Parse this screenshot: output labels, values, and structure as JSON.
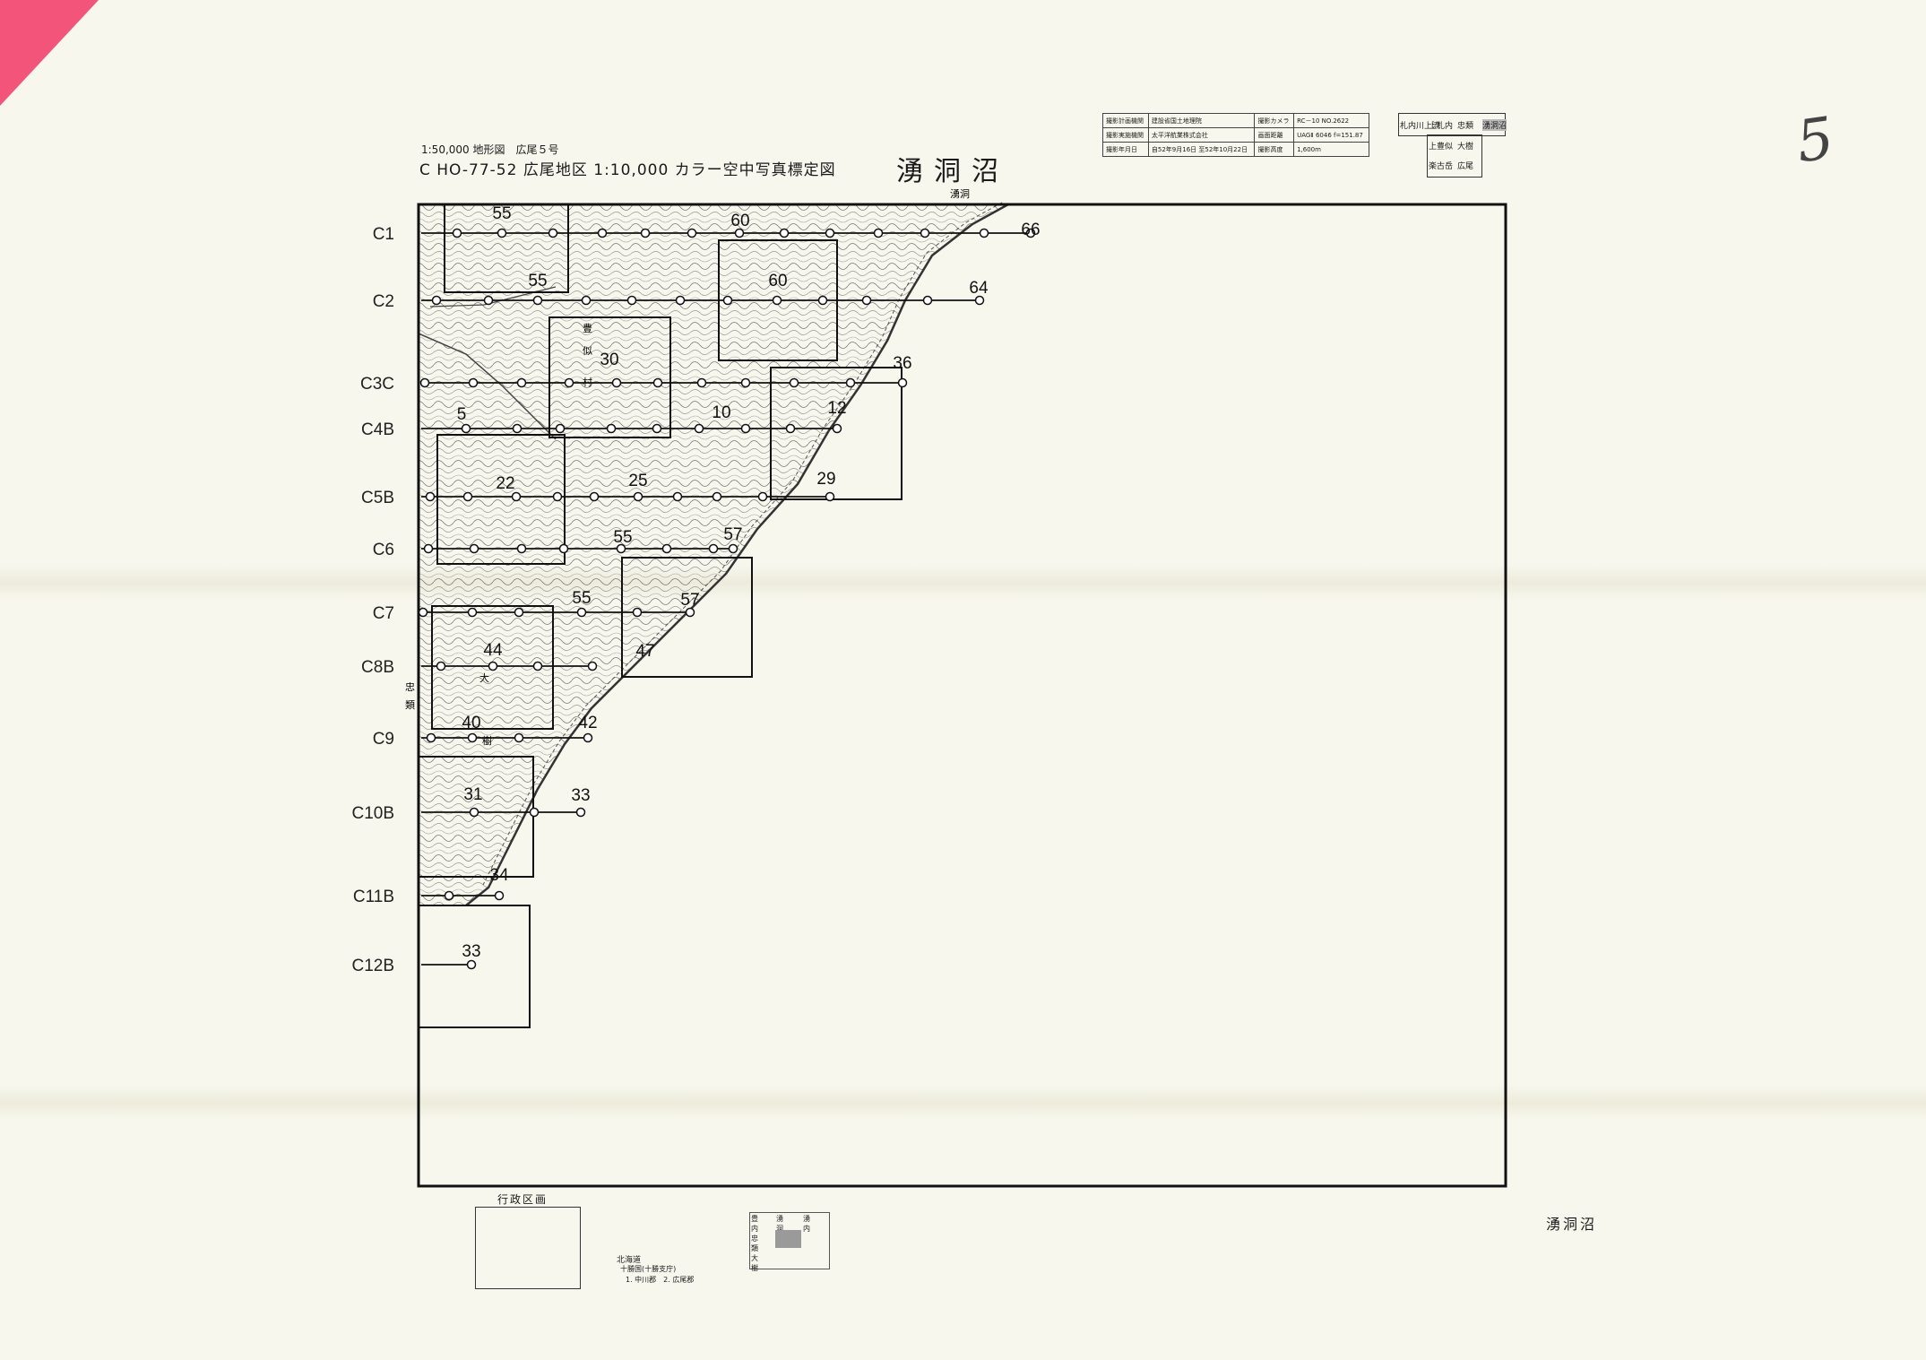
{
  "header": {
    "scale_line": "1:50,000 地形図　広尾５号",
    "series_line": "C HO-77-52 広尾地区 1:10,000 カラー空中写真標定図",
    "sheet_title": "湧洞沼"
  },
  "page_number": "5",
  "sheet_name_bottom": "湧洞沼",
  "info_table": {
    "rows": [
      {
        "k1": "撮影計画機関",
        "v1": "建設省国土地理院",
        "k2": "撮影カメラ",
        "v2": "RC－10 NO.2622"
      },
      {
        "k1": "撮影実施機関",
        "v1": "太平洋航業株式会社",
        "k2": "画面距離",
        "v2": "UAGⅡ 6046 f=151.87"
      },
      {
        "k1": "撮影年月日",
        "v1": "自52年9月16日 至52年10月22日",
        "k2": "撮影高度",
        "v2": "1,600m"
      }
    ]
  },
  "index_top": {
    "cells": [
      "札内川上流",
      "上札内",
      "忠類",
      "湧洞沼",
      "上豊似",
      "大樹",
      "楽古岳",
      "広尾"
    ]
  },
  "admin": {
    "title": "行政区画",
    "region": "北海道",
    "sub": "十勝国(十勝支庁)",
    "towns": "1. 中川郡　2. 広尾郡"
  },
  "index_bottom": {
    "cells": [
      "豊内",
      "湧洞",
      "湧内",
      "忠類",
      "",
      "",
      "大樹",
      "",
      ""
    ]
  },
  "map_text": {
    "top_place": "湧洞",
    "place_1": "豊",
    "place_2": "似",
    "place_3": "村",
    "place_4": "忠",
    "place_5": "類",
    "place_6": "大",
    "place_7": "樹"
  },
  "strips": [
    {
      "name": "C1",
      "photos": [
        {
          "label": "55"
        },
        {
          "label": "60"
        },
        {
          "label": "66"
        }
      ]
    },
    {
      "name": "C2",
      "photos": [
        {
          "label": "55"
        },
        {
          "label": "60"
        },
        {
          "label": "64"
        }
      ]
    },
    {
      "name": "C3C",
      "photos": [
        {
          "label": "30"
        },
        {
          "label": "36"
        }
      ]
    },
    {
      "name": "C4B",
      "photos": [
        {
          "label": "5"
        },
        {
          "label": "10"
        },
        {
          "label": "12"
        }
      ]
    },
    {
      "name": "C5B",
      "photos": [
        {
          "label": "22"
        },
        {
          "label": "25"
        },
        {
          "label": "29"
        }
      ]
    },
    {
      "name": "C6",
      "photos": [
        {
          "label": "55"
        },
        {
          "label": "57"
        }
      ]
    },
    {
      "name": "C7",
      "photos": [
        {
          "label": "55"
        },
        {
          "label": "57"
        }
      ]
    },
    {
      "name": "C8B",
      "photos": [
        {
          "label": "44"
        },
        {
          "label": "47"
        }
      ]
    },
    {
      "name": "C9",
      "photos": [
        {
          "label": "40"
        },
        {
          "label": "42"
        }
      ]
    },
    {
      "name": "C10B",
      "photos": [
        {
          "label": "31"
        },
        {
          "label": "33"
        }
      ]
    },
    {
      "name": "C11B",
      "photos": [
        {
          "label": "34"
        }
      ]
    },
    {
      "name": "C12B",
      "photos": [
        {
          "label": "33"
        }
      ]
    }
  ]
}
